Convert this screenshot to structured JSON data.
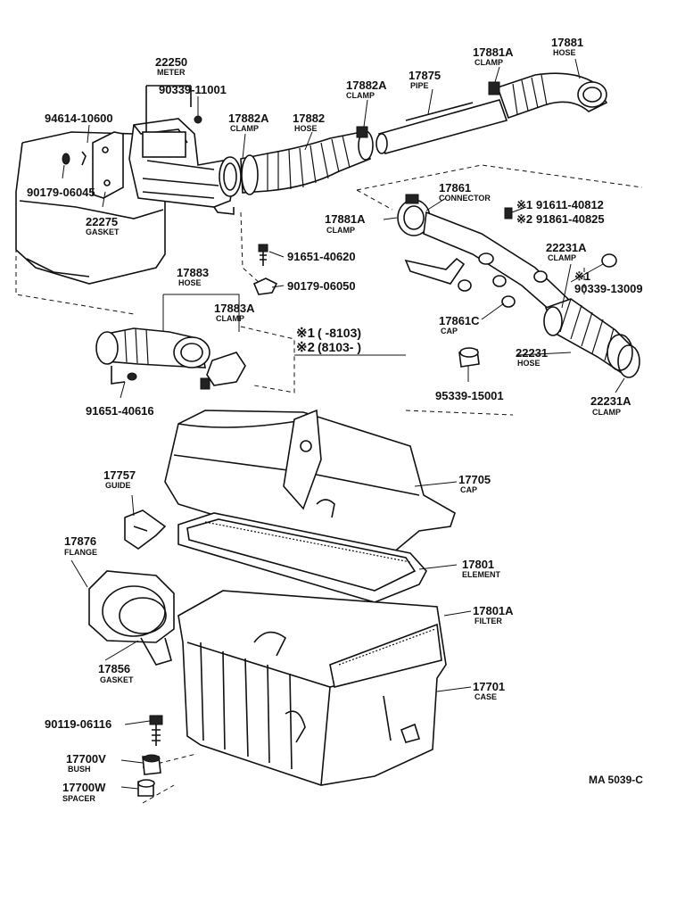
{
  "drawing_code": "MA 5039-C",
  "parts": [
    {
      "id": "p22250",
      "number": "22250",
      "name": "METER"
    },
    {
      "id": "p90339_11001",
      "number": "90339-11001",
      "name": ""
    },
    {
      "id": "p94614",
      "number": "94614-10600",
      "name": ""
    },
    {
      "id": "p90179_06045",
      "number": "90179-06045",
      "name": ""
    },
    {
      "id": "p22275",
      "number": "22275",
      "name": "GASKET"
    },
    {
      "id": "p17882A_l",
      "number": "17882A",
      "name": "CLAMP"
    },
    {
      "id": "p17882",
      "number": "17882",
      "name": "HOSE"
    },
    {
      "id": "p17882A_t",
      "number": "17882A",
      "name": "CLAMP"
    },
    {
      "id": "p17875",
      "number": "17875",
      "name": "PIPE"
    },
    {
      "id": "p17881A_t",
      "number": "17881A",
      "name": "CLAMP"
    },
    {
      "id": "p17881",
      "number": "17881",
      "name": "HOSE"
    },
    {
      "id": "p17861",
      "number": "17861",
      "name": "CONNECTOR"
    },
    {
      "id": "p17881A_m",
      "number": "17881A",
      "name": "CLAMP"
    },
    {
      "id": "p91611",
      "number": "91611-40812",
      "name": ""
    },
    {
      "id": "p91861",
      "number": "91861-40825",
      "name": ""
    },
    {
      "id": "p91651_40620",
      "number": "91651-40620",
      "name": ""
    },
    {
      "id": "p90179_06050",
      "number": "90179-06050",
      "name": ""
    },
    {
      "id": "p17883",
      "number": "17883",
      "name": "HOSE"
    },
    {
      "id": "p17883A",
      "number": "17883A",
      "name": "CLAMP"
    },
    {
      "id": "p22231A_t",
      "number": "22231A",
      "name": "CLAMP"
    },
    {
      "id": "p90339_13009",
      "number": "90339-13009",
      "name": ""
    },
    {
      "id": "p17861C",
      "number": "17861C",
      "name": "CAP"
    },
    {
      "id": "p22231",
      "number": "22231",
      "name": "HOSE"
    },
    {
      "id": "p95339",
      "number": "95339-15001",
      "name": ""
    },
    {
      "id": "p22231A_b",
      "number": "22231A",
      "name": "CLAMP"
    },
    {
      "id": "p91651_40616",
      "number": "91651-40616",
      "name": ""
    },
    {
      "id": "p17757",
      "number": "17757",
      "name": "GUIDE"
    },
    {
      "id": "p17705",
      "number": "17705",
      "name": "CAP"
    },
    {
      "id": "p17876",
      "number": "17876",
      "name": "FLANGE"
    },
    {
      "id": "p17801",
      "number": "17801",
      "name": "ELEMENT"
    },
    {
      "id": "p17801A",
      "number": "17801A",
      "name": "FILTER"
    },
    {
      "id": "p17856",
      "number": "17856",
      "name": "GASKET"
    },
    {
      "id": "p17701",
      "number": "17701",
      "name": "CASE"
    },
    {
      "id": "p90119",
      "number": "90119-06116",
      "name": ""
    },
    {
      "id": "p17700V",
      "number": "17700V",
      "name": "BUSH"
    },
    {
      "id": "p17700W",
      "number": "17700W",
      "name": "SPACER"
    }
  ],
  "notes": {
    "mark1": "※1",
    "mark2": "※2",
    "range1": "(      -8103)",
    "range2": "(8103-      )",
    "m1_label": "※1",
    "m2_label": "※2",
    "m1_part": "※1"
  }
}
